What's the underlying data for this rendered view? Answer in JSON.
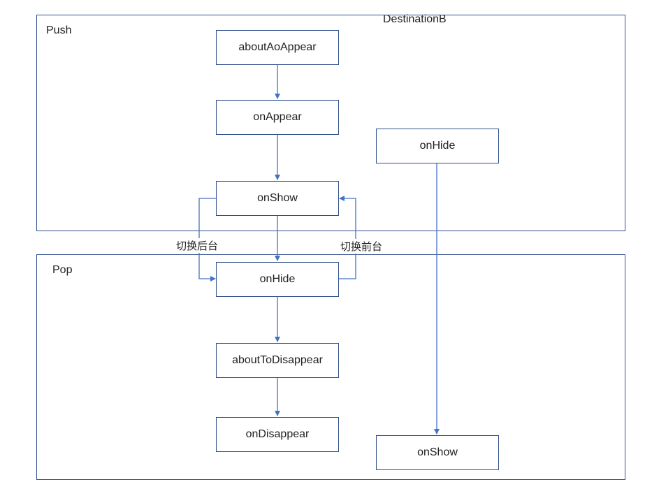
{
  "diagram": {
    "title": "DestinationB",
    "groups": {
      "push": {
        "label": "Push"
      },
      "pop": {
        "label": "Pop"
      }
    },
    "nodes": {
      "about_to_appear": "aboutAoAppear",
      "on_appear": "onAppear",
      "on_show": "onShow",
      "on_hide_right": "onHide",
      "on_hide": "onHide",
      "about_to_disappear": "aboutToDisappear",
      "on_disappear": "onDisappear",
      "on_show_right": "onShow"
    },
    "edge_labels": {
      "to_background": "切换后台",
      "to_foreground": "切换前台"
    },
    "colors": {
      "arrow": "#4472c4",
      "border": "#2f4f8a"
    }
  }
}
